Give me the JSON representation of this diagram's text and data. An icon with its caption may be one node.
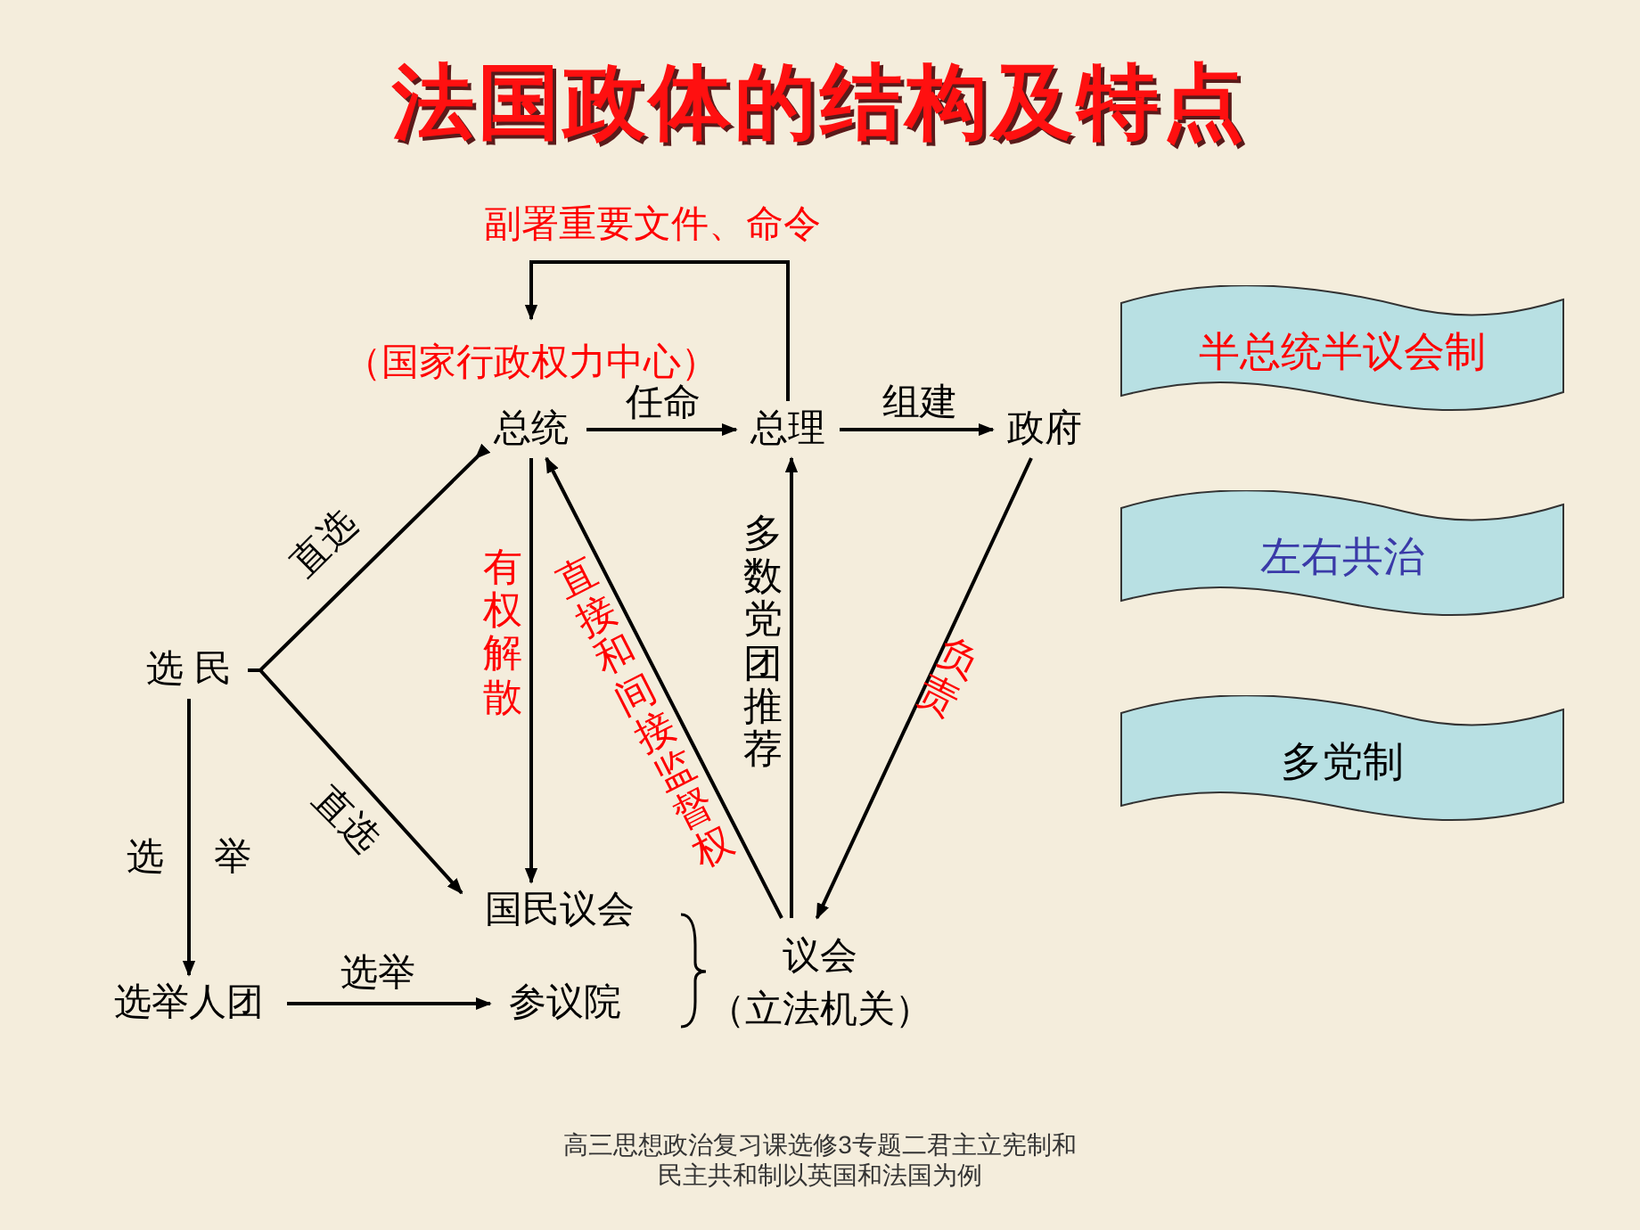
{
  "diagram": {
    "title": "法国政体的结构及特点",
    "caption": "高三思想政治复习课选修3专题二君主立宪制和民主共和制以英国和法国为例",
    "nodes": [
      {
        "text": [
          "总统"
        ],
        "beside": [
          "（国家行政权力中心）"
        ]
      },
      {
        "text": [
          "总理"
        ]
      },
      {
        "text": [
          "政府"
        ]
      },
      {
        "text": [
          "选 民"
        ]
      },
      {
        "text": [
          "国民议会"
        ]
      },
      {
        "text": [
          "选举人团"
        ]
      },
      {
        "text": [
          "参议院"
        ]
      },
      {
        "text": [
          "议会",
          "（立法机关）"
        ]
      },
      {
        "text": [
          "半总统半议会制"
        ]
      },
      {
        "text": [
          "左右共治"
        ]
      },
      {
        "text": [
          "多党制"
        ]
      }
    ],
    "edges": [
      {
        "from": 1,
        "to": 0,
        "arrow": "to",
        "label": "副署重要文件、命令"
      },
      {
        "from": 0,
        "to": 1,
        "arrow": "to",
        "label": "任命"
      },
      {
        "from": 1,
        "to": 2,
        "arrow": "to",
        "label": "组建"
      },
      {
        "from": 3,
        "to": 0,
        "arrow": "to",
        "label": "直选"
      },
      {
        "from": 3,
        "to": 4,
        "arrow": "to",
        "label": "直选"
      },
      {
        "from": 0,
        "to": 4,
        "arrow": "to",
        "label": "有权解散"
      },
      {
        "from": 7,
        "to": 0,
        "arrow": "to",
        "label": "直接和间接监督权"
      },
      {
        "from": 7,
        "to": 1,
        "arrow": "to",
        "label": "多数党团推荐"
      },
      {
        "from": 2,
        "to": 7,
        "arrow": "to",
        "label": "负责"
      },
      {
        "from": 3,
        "to": 5,
        "arrow": "to",
        "label": "选 举"
      },
      {
        "from": 5,
        "to": 6,
        "arrow": "to",
        "label": "选举"
      }
    ]
  }
}
